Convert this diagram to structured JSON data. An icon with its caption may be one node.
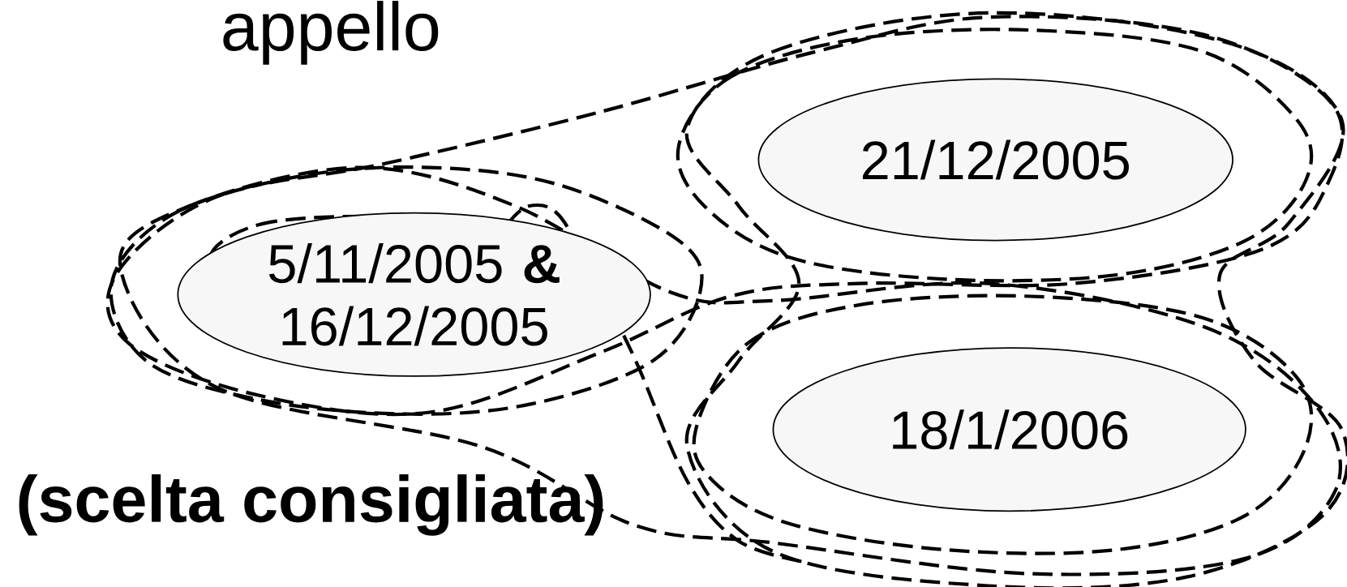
{
  "diagram": {
    "nodes": [
      {
        "text": [
          "5/11/2005 **&** 16/12/2005"
        ]
      },
      {
        "text": [
          "21/12/2005"
        ]
      },
      {
        "text": [
          "18/1/2006"
        ]
      }
    ],
    "labels": [
      "appello",
      "(scelta consigliata)"
    ]
  }
}
